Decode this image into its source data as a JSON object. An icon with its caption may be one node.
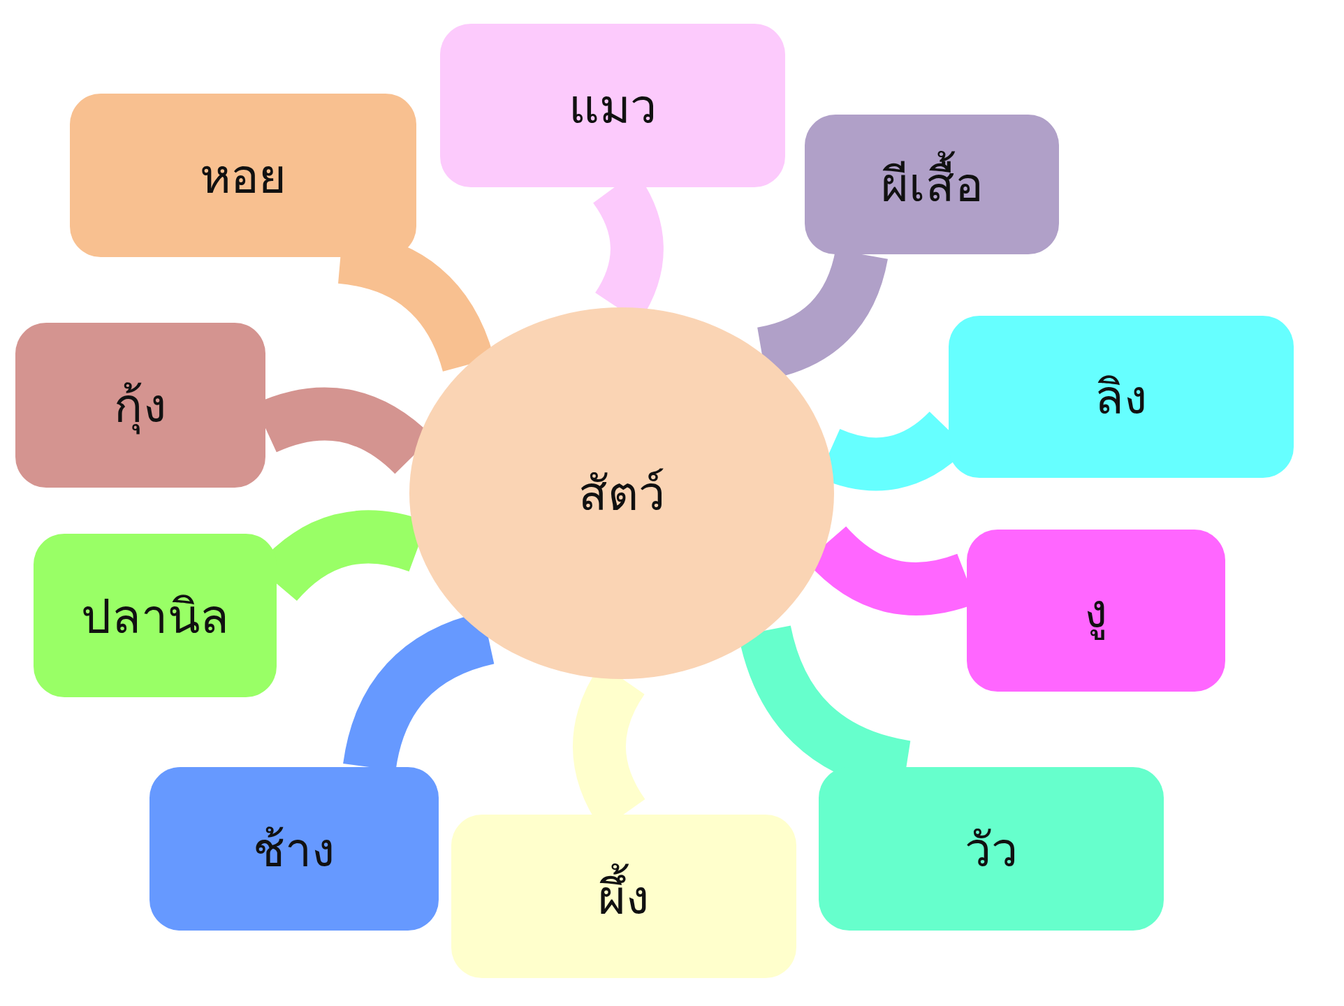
{
  "diagram": {
    "nodes": [
      {
        "text": [
          "สัตว์"
        ]
      },
      {
        "text": [
          "หอย"
        ]
      },
      {
        "text": [
          "แมว"
        ]
      },
      {
        "text": [
          "ผีเสื้อ"
        ]
      },
      {
        "text": [
          "ลิง"
        ]
      },
      {
        "text": [
          "งู"
        ]
      },
      {
        "text": [
          "วัว"
        ]
      },
      {
        "text": [
          "ผึ้ง"
        ]
      },
      {
        "text": [
          "ช้าง"
        ]
      },
      {
        "text": [
          "ปลานิล"
        ]
      },
      {
        "text": [
          "กุ้ง"
        ]
      }
    ],
    "edges": [
      {
        "from": 0,
        "to": 1,
        "arrow": "none",
        "color": "#f8c090"
      },
      {
        "from": 0,
        "to": 2,
        "arrow": "none",
        "color": "#fccafc"
      },
      {
        "from": 0,
        "to": 3,
        "arrow": "none",
        "color": "#b0a0c8"
      },
      {
        "from": 0,
        "to": 4,
        "arrow": "none",
        "color": "#66ffff"
      },
      {
        "from": 0,
        "to": 5,
        "arrow": "none",
        "color": "#ff66ff"
      },
      {
        "from": 0,
        "to": 6,
        "arrow": "none",
        "color": "#66ffcc"
      },
      {
        "from": 0,
        "to": 7,
        "arrow": "none",
        "color": "#ffffcc"
      },
      {
        "from": 0,
        "to": 8,
        "arrow": "none",
        "color": "#6699ff"
      },
      {
        "from": 0,
        "to": 9,
        "arrow": "none",
        "color": "#99ff66"
      },
      {
        "from": 0,
        "to": 10,
        "arrow": "none",
        "color": "#d49490"
      }
    ]
  }
}
